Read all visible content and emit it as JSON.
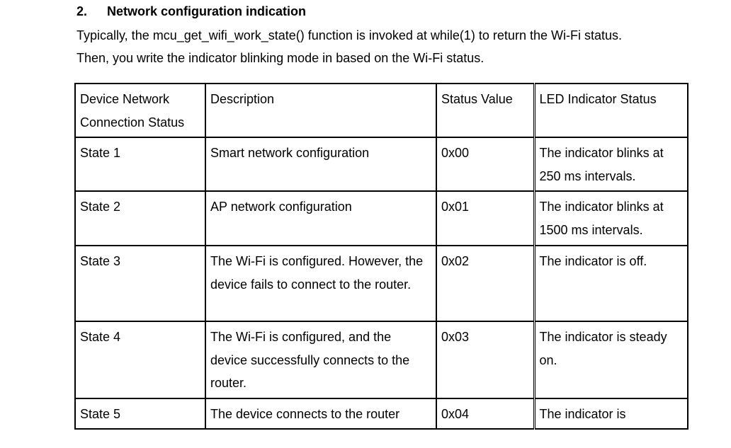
{
  "section": {
    "number": "2.",
    "title": "Network configuration indication"
  },
  "paragraphs": [
    "Typically, the mcu_get_wifi_work_state() function is invoked at while(1) to return the Wi-Fi status.",
    "Then, you write the indicator blinking mode in based on the Wi-Fi status."
  ],
  "table": {
    "headers": [
      "Device Network Connection Status",
      "Description",
      "Status Value",
      "LED Indicator Status"
    ],
    "rows": [
      [
        "State 1",
        "Smart network configuration",
        "0x00",
        "The indicator blinks at 250 ms intervals."
      ],
      [
        "State 2",
        "AP network configuration",
        "0x01",
        "The indicator blinks at 1500 ms intervals."
      ],
      [
        "State 3",
        "The Wi-Fi is configured. However, the device fails to connect to the router.",
        "0x02",
        "The indicator is off."
      ],
      [
        "State 4",
        "The Wi-Fi is configured, and the device successfully connects to the router.",
        "0x03",
        "The indicator is steady on."
      ],
      [
        "State 5",
        "The device connects to the router",
        "0x04",
        "The indicator is"
      ]
    ]
  }
}
